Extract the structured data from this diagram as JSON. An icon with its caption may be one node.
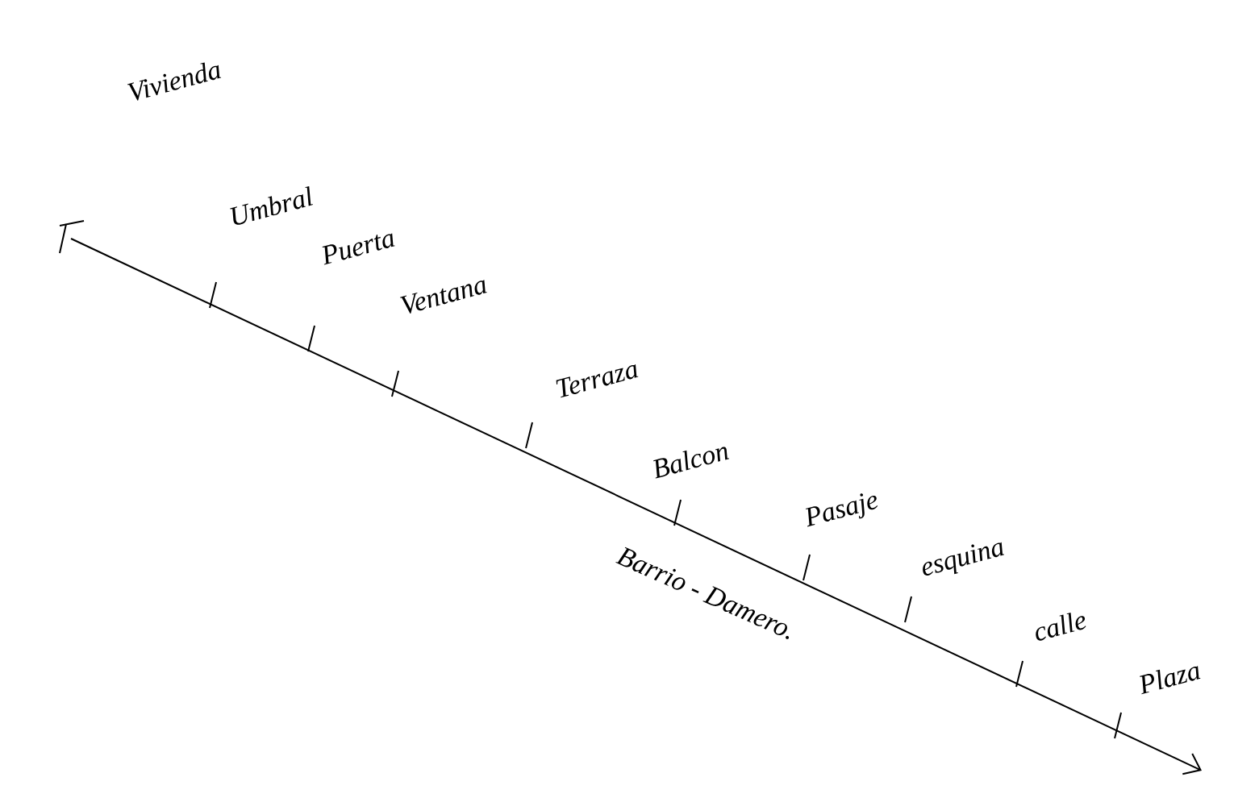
{
  "diagram": {
    "labels": [
      "Vivienda",
      "Umbral",
      "Puerta",
      "Ventana",
      "Terraza",
      "Balcon",
      "Pasaje",
      "esquina",
      "calle",
      "Plaza",
      "Barrio - Damero."
    ]
  }
}
